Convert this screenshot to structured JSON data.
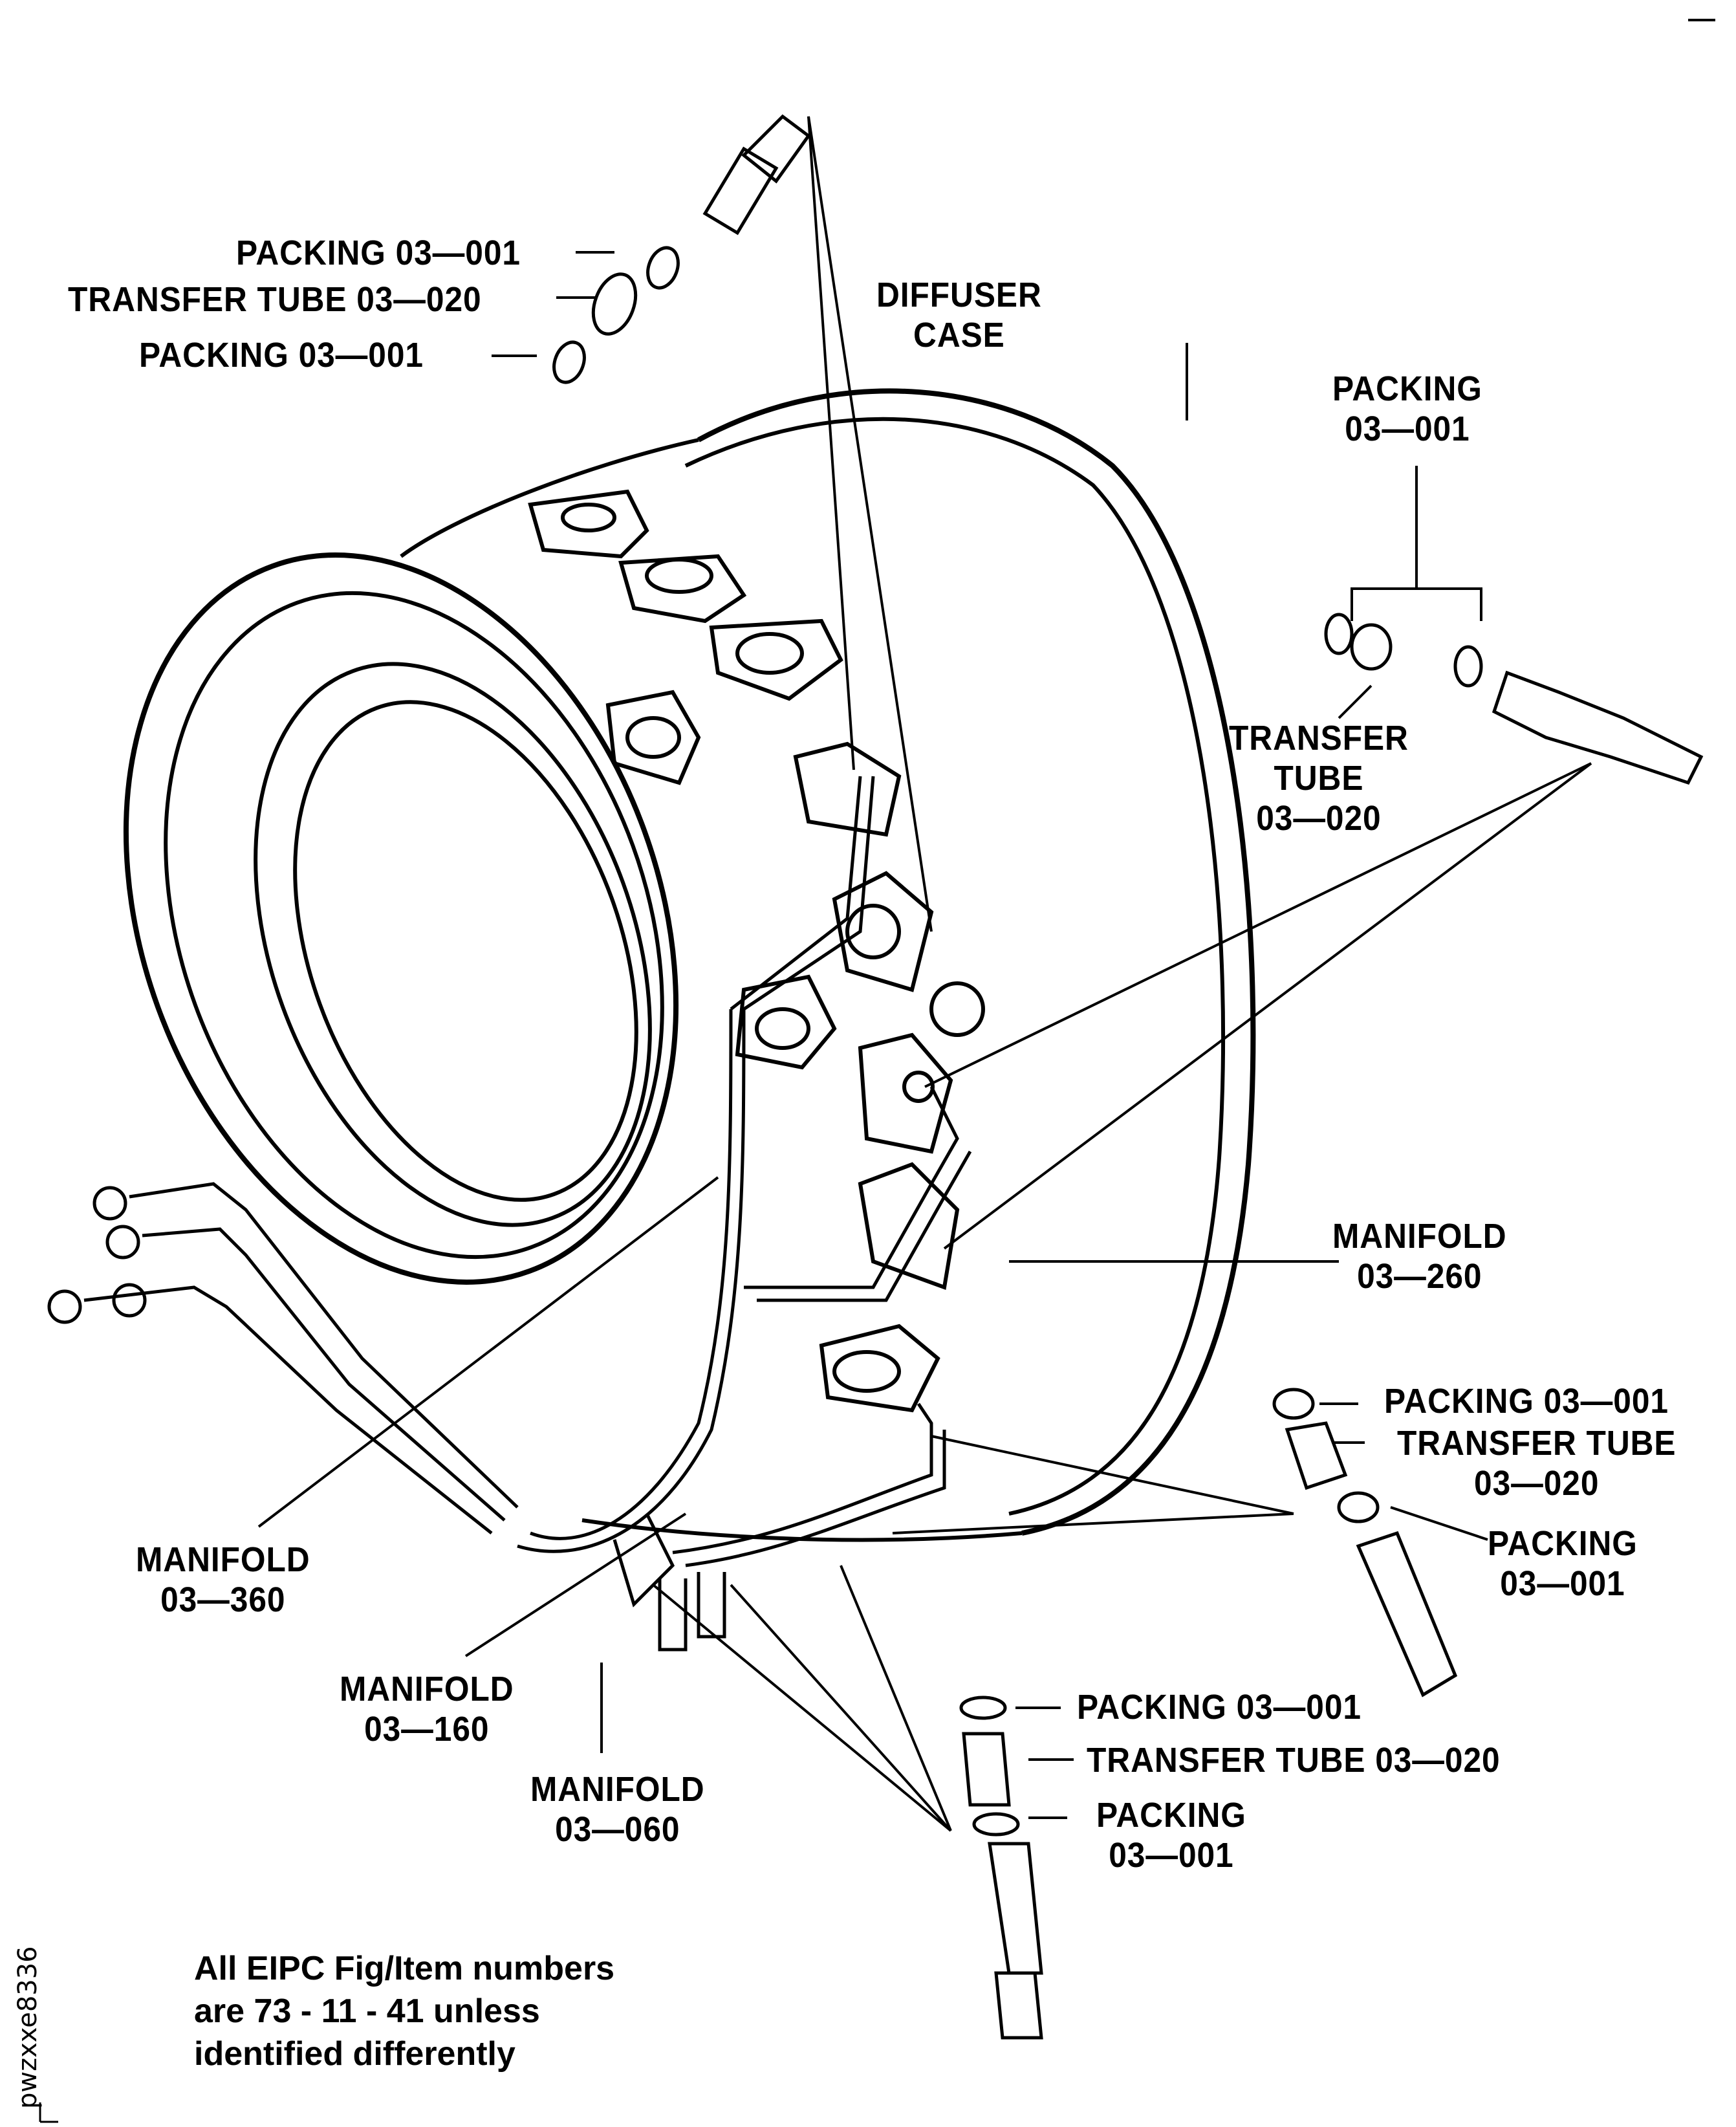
{
  "figure": {
    "subject": "Diffuser case with fuel manifolds (exploded view)",
    "labels": {
      "packing_top_1": "PACKING 03—001",
      "transfer_tube_top": "TRANSFER TUBE 03—020",
      "packing_top_2": "PACKING 03—001",
      "diffuser_case_line1": "DIFFUSER",
      "diffuser_case_line2": "CASE",
      "packing_right_line1": "PACKING",
      "packing_right_line2": "03—001",
      "transfer_tube_right_line1": "TRANSFER",
      "transfer_tube_right_line2": "TUBE",
      "transfer_tube_right_line3": "03—020",
      "manifold_260_line1": "MANIFOLD",
      "manifold_260_line2": "03—260",
      "packing_mid_1": "PACKING 03—001",
      "transfer_tube_mid_line1": "TRANSFER TUBE",
      "transfer_tube_mid_line2": "03—020",
      "packing_mid_2_line1": "PACKING",
      "packing_mid_2_line2": "03—001",
      "manifold_360_line1": "MANIFOLD",
      "manifold_360_line2": "03—360",
      "manifold_160_line1": "MANIFOLD",
      "manifold_160_line2": "03—160",
      "manifold_060_line1": "MANIFOLD",
      "manifold_060_line2": "03—060",
      "packing_bot_1": "PACKING 03—001",
      "transfer_tube_bot": "TRANSFER TUBE 03—020",
      "packing_bot_2_line1": "PACKING",
      "packing_bot_2_line2": "03—001"
    },
    "note_lines": [
      "All EIPC Fig/Item numbers",
      "are 73 - 11 - 41 unless",
      "identified differently"
    ],
    "figure_id": "pwzxxe8336"
  }
}
